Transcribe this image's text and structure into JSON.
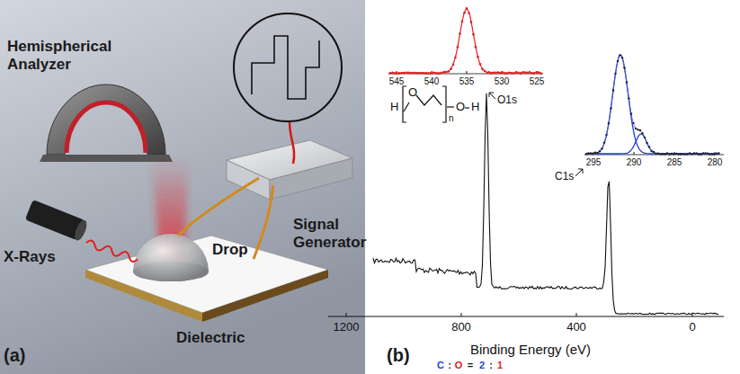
{
  "diagram": {
    "labels": [
      "Hemispherical Analyzer",
      "X-Rays",
      "Drop",
      "Signal Generator",
      "Dielectric",
      "(a)",
      "(b)",
      "Binding Energy (eV)",
      "1200",
      "800",
      "400",
      "0",
      "545",
      "540",
      "535",
      "530",
      "525",
      "295",
      "290",
      "285",
      "280",
      "O1s",
      "C1s",
      "H",
      "O",
      "n",
      "O",
      "H",
      "C",
      ":",
      "O",
      "=",
      "2",
      ":",
      "1"
    ]
  }
}
